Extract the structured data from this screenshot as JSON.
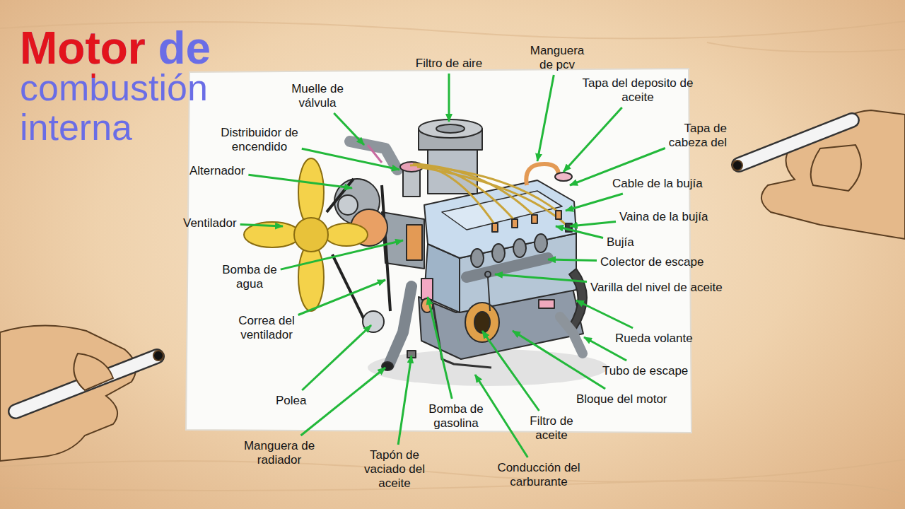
{
  "diagram": {
    "title": "Motor de combustión interna",
    "labels": [
      "Filtro de aire",
      "Manguera de pcv",
      "Muelle de válvula",
      "Tapa del deposito de aceite",
      "Distribuidor de encendido",
      "Tapa de cabeza del",
      "Alternador",
      "Cable de la bujía",
      "Ventilador",
      "Vaina de la bujía",
      "Bujía",
      "Bomba de agua",
      "Colector de escape",
      "Varilla del nivel de aceite",
      "Correa del ventilador",
      "Rueda volante",
      "Tubo de escape",
      "Polea",
      "Bloque del motor",
      "Bomba de gasolina",
      "Filtro de aceite",
      "Manguera de radiador",
      "Tapón de vaciado del aceite",
      "Conducción del carburante"
    ]
  }
}
